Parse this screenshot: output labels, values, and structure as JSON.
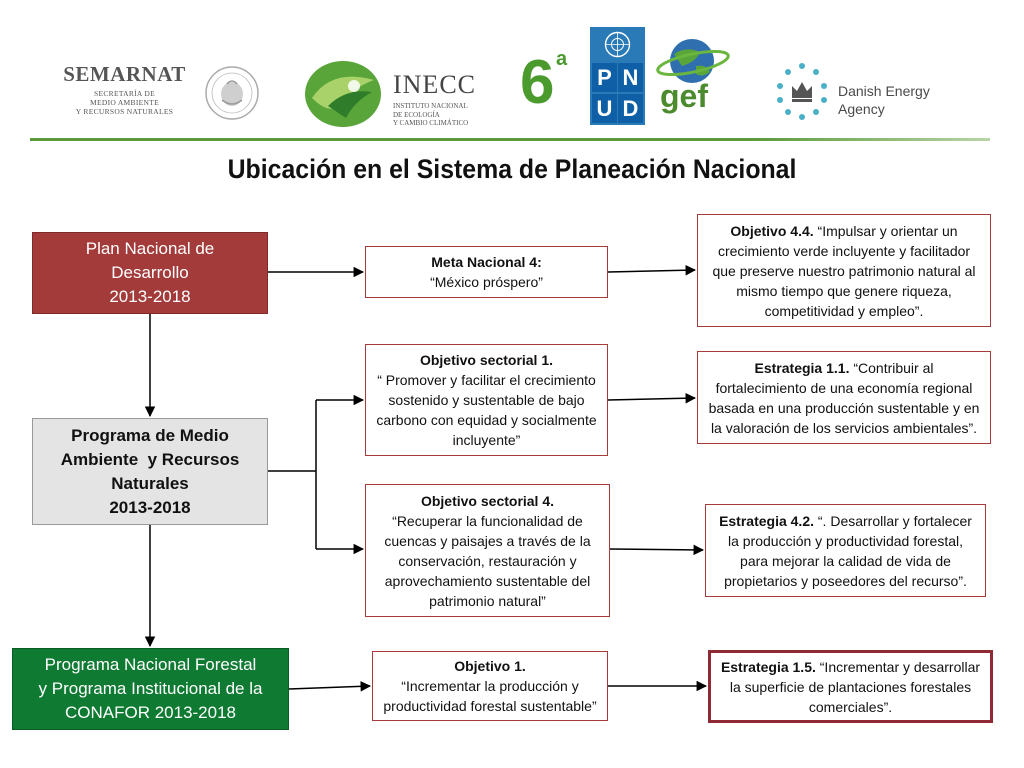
{
  "logos": {
    "semarnat": {
      "name": "SEMARNAT",
      "sub": [
        "SECRETARÍA DE",
        "MEDIO AMBIENTE",
        "Y RECURSOS NATURALES"
      ]
    },
    "inecc": {
      "name": "INECC",
      "sub": [
        "INSTITUTO NACIONAL",
        "DE ECOLOGÍA",
        "Y CAMBIO CLIMÁTICO"
      ]
    },
    "sixth": {
      "numeral": "6",
      "suffix": "a"
    },
    "pnud": {
      "letters": [
        "P",
        "N",
        "U",
        "D"
      ]
    },
    "gef": {
      "name": "gef"
    },
    "danish": {
      "line1": "Danish Energy",
      "line2": "Agency"
    }
  },
  "title": "Ubicación en el Sistema de Planeación Nacional",
  "left": {
    "plan": [
      "Plan Nacional de",
      "Desarrollo",
      "2013-2018"
    ],
    "programa": [
      "Programa de Medio",
      "Ambiente  y Recursos",
      "Naturales",
      "2013-2018"
    ],
    "forestal": [
      "Programa Nacional Forestal",
      "y Programa Institucional de la",
      "CONAFOR 2013-2018"
    ]
  },
  "middle": {
    "meta": {
      "label": "Meta Nacional 4:",
      "text": "“México próspero”"
    },
    "obj1": {
      "label": "Objetivo sectorial 1.",
      "lines": [
        "“ Promover y facilitar el crecimiento",
        "sostenido y sustentable de bajo",
        "carbono con equidad y socialmente",
        "incluyente”"
      ]
    },
    "obj4": {
      "label": "Objetivo sectorial 4.",
      "lines": [
        "“Recuperar la funcionalidad de",
        "cuencas y paisajes a través de la",
        "conservación, restauración y",
        "aprovechamiento sustentable del",
        "patrimonio natural”"
      ]
    },
    "objone": {
      "label": "Objetivo 1.",
      "lines": [
        "“Incrementar la producción y",
        "productividad forestal sustentable”"
      ]
    }
  },
  "right": {
    "o44": {
      "label": "Objetivo 4.4.",
      "first": " “Impulsar y orientar un",
      "lines": [
        "crecimiento verde incluyente y facilitador",
        "que preserve nuestro patrimonio natural al",
        "mismo tiempo que genere riqueza,",
        "competitividad y empleo”."
      ]
    },
    "e11": {
      "label": "Estrategia 1.1.",
      "first": " “Contribuir al",
      "lines": [
        "fortalecimiento de una economía regional",
        "basada en una producción sustentable y en",
        "la valoración de los servicios ambientales”."
      ]
    },
    "e42": {
      "label": "Estrategia 4.2.",
      "first": " “. Desarrollar y fortalecer",
      "lines": [
        "la producción y productividad forestal,",
        "para mejorar la calidad de vida de",
        "propietarios y poseedores del recurso”."
      ]
    },
    "e15": {
      "label": "Estrategia 1.5.",
      "first": " “Incrementar y desarrollar",
      "lines": [
        "la superficie de plantaciones forestales",
        "comerciales”."
      ]
    }
  },
  "colors": {
    "plan_fill": "#a33b3b",
    "programa_fill": "#e4e4e4",
    "forestal_fill": "#0f7a32",
    "box_border": "#a83a3a",
    "highlight_border": "#8f2a35",
    "rule_green": "#5a9a3a"
  }
}
